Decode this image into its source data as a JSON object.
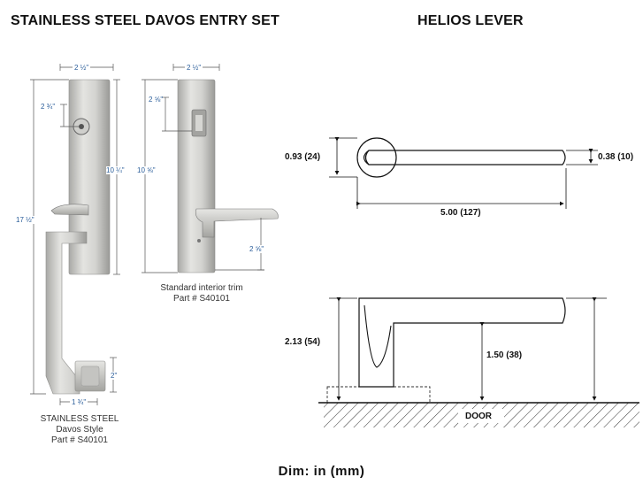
{
  "titles": {
    "left": "STAINLESS STEEL DAVOS ENTRY SET",
    "right": "HELIOS LEVER"
  },
  "exterior": {
    "caption_line1": "STAINLESS STEEL",
    "caption_line2": "Davos Style",
    "caption_line3": "Part # S40101",
    "dims": {
      "width": "2 ½\"",
      "cyl_offset": "2 ¾\"",
      "plate_height": "10 ¼\"",
      "overall_height": "17 ½\"",
      "foot_height": "2\"",
      "foot_width": "1 ¾\""
    }
  },
  "interior": {
    "caption_line1": "Standard interior trim",
    "caption_line2": "Part # S40101",
    "dims": {
      "width": "2 ½\"",
      "turn_offset": "2 ⅝\"",
      "plate_height": "10 ⅝\"",
      "lever_drop": "2 ⅝\""
    }
  },
  "lever": {
    "rose_dia": "0.93 (24)",
    "lever_thickness": "0.38 (10)",
    "lever_length": "5.00 (127)",
    "overall_projection": "2.13 (54)",
    "stem_height": "1.50 (38)",
    "door_label": "DOOR"
  },
  "footer": "Dim: in (mm)"
}
